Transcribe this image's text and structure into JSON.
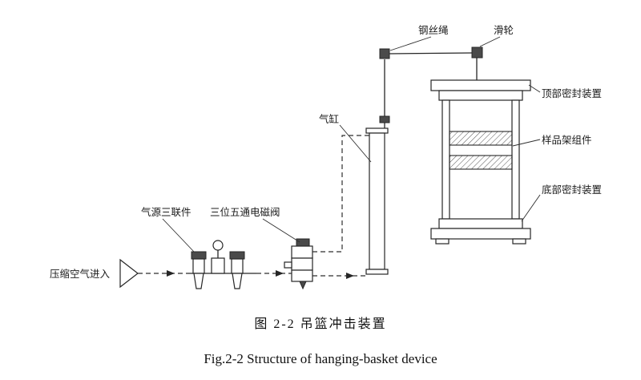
{
  "figure": {
    "labels": {
      "wire_rope": "钢丝绳",
      "pulley": "滑轮",
      "top_seal": "顶部密封装置",
      "sample_rack": "样品架组件",
      "bottom_seal": "底部密封装置",
      "cylinder": "气缸",
      "solenoid_valve": "三位五通电磁阀",
      "air_triple_unit": "气源三联件",
      "air_inlet": "压缩空气进入"
    },
    "caption_zh": "图 2-2 吊篮冲击装置",
    "caption_en": "Fig.2-2 Structure of hanging-basket device",
    "colors": {
      "line": "#262626",
      "background": "#ffffff"
    }
  }
}
